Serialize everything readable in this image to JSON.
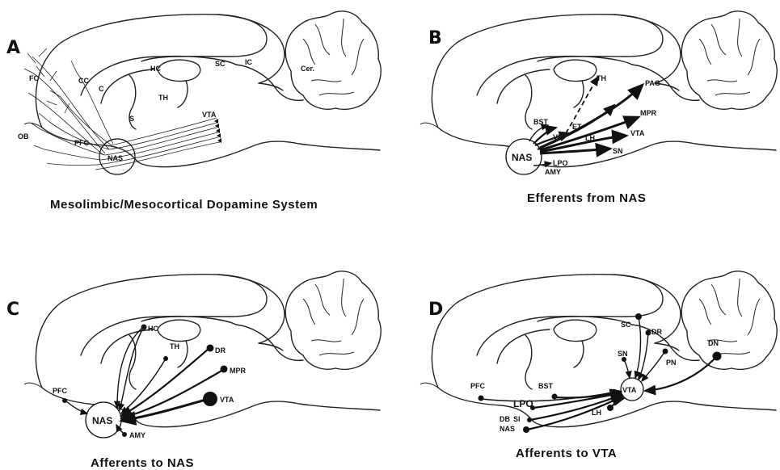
{
  "panels": {
    "a": {
      "letter": "A",
      "caption": "Mesolimbic/Mesocortical Dopamine System",
      "labels": {
        "fc": "FC",
        "cc": "CC",
        "c": "C",
        "hc": "HC",
        "sc": "SC",
        "ic": "IC",
        "cer": "Cer.",
        "th": "TH",
        "s": "S",
        "vta": "VTA",
        "ob": "OB",
        "pfc": "PFC",
        "nas": "NAS"
      }
    },
    "b": {
      "letter": "B",
      "caption": "Efferents from NAS",
      "labels": {
        "th": "TH",
        "pag": "PAG",
        "bst": "BST",
        "et": "ET",
        "mpr": "MPR",
        "vp": "VP",
        "lh": "LH",
        "vta": "VTA",
        "sn": "SN",
        "nas": "NAS",
        "lpo": "LPO",
        "amy": "AMY"
      }
    },
    "c": {
      "letter": "C",
      "caption": "Afferents to NAS",
      "labels": {
        "hc": "HC",
        "th": "TH",
        "dr": "DR",
        "mpr": "MPR",
        "pfc": "PFC",
        "vta": "VTA",
        "nas": "NAS",
        "amy": "AMY"
      }
    },
    "d": {
      "letter": "D",
      "caption": "Afferents to VTA",
      "labels": {
        "sc": "SC",
        "dr": "DR",
        "sn": "SN",
        "pn": "PN",
        "dn": "DN",
        "pfc": "PFC",
        "bst": "BST",
        "lpo": "LPO",
        "vta": "VTA",
        "db": "DB",
        "si": "SI",
        "nas": "NAS",
        "lh": "LH"
      }
    }
  },
  "colors": {
    "ink": "#111111",
    "background": "#ffffff"
  }
}
